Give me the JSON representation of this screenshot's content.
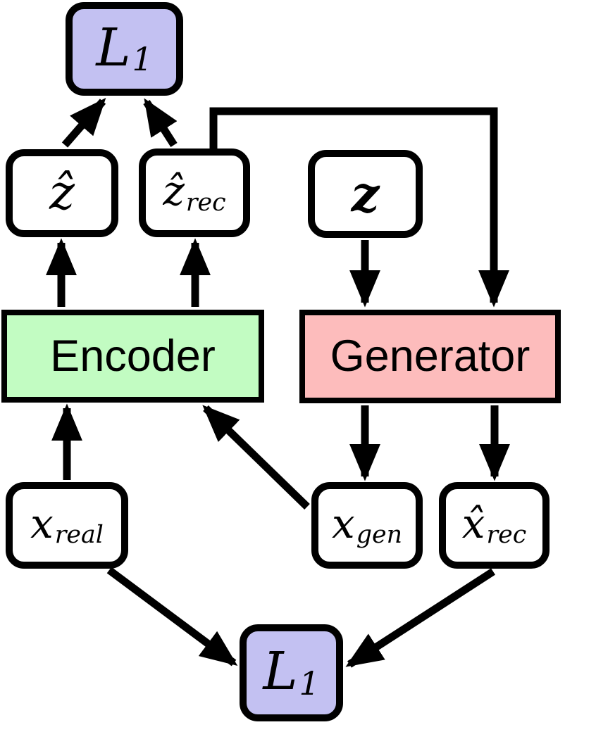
{
  "figure": {
    "kind": "neural-network-architecture-diagram",
    "background": "#ffffff",
    "colors": {
      "loss_box_fill": "#c3c1f2",
      "encoder_fill": "#c2fcc2",
      "generator_fill": "#fdbcbc",
      "variable_box_fill": "#ffffff",
      "stroke": "#000000"
    },
    "nodes": {
      "l1_top": {
        "main": "L",
        "sub": "1"
      },
      "z_hat": {
        "main": "ẑ"
      },
      "z_hat_rec": {
        "main": "ẑ",
        "sub": "rec"
      },
      "z": {
        "main": "z"
      },
      "encoder": {
        "label": "Encoder"
      },
      "generator": {
        "label": "Generator"
      },
      "x_real": {
        "main": "x",
        "sub": "real"
      },
      "x_gen": {
        "main": "x",
        "sub": "gen"
      },
      "x_hat_rec": {
        "main": "x̂",
        "sub": "rec"
      },
      "l1_bottom": {
        "main": "L",
        "sub": "1"
      }
    },
    "edges": [
      {
        "from": "z_hat",
        "to": "l1_top",
        "shape": "diagonal"
      },
      {
        "from": "z_hat_rec",
        "to": "l1_top",
        "shape": "diagonal"
      },
      {
        "from": "z_hat_rec",
        "to": "generator",
        "shape": "elbow-up-right-down"
      },
      {
        "from": "encoder",
        "to": "z_hat",
        "shape": "vertical"
      },
      {
        "from": "encoder",
        "to": "z_hat_rec",
        "shape": "vertical"
      },
      {
        "from": "z",
        "to": "generator",
        "shape": "vertical"
      },
      {
        "from": "x_real",
        "to": "encoder",
        "shape": "vertical"
      },
      {
        "from": "x_gen",
        "to": "encoder",
        "shape": "diagonal"
      },
      {
        "from": "generator",
        "to": "x_gen",
        "shape": "vertical"
      },
      {
        "from": "generator",
        "to": "x_hat_rec",
        "shape": "vertical"
      },
      {
        "from": "x_real",
        "to": "l1_bottom",
        "shape": "diagonal"
      },
      {
        "from": "x_hat_rec",
        "to": "l1_bottom",
        "shape": "diagonal"
      }
    ]
  }
}
